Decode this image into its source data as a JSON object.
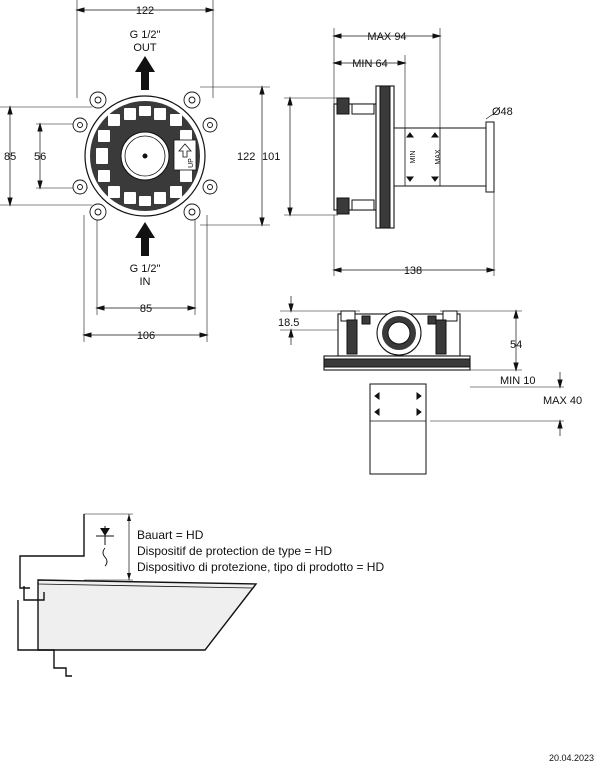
{
  "front_view": {
    "width_top": "122",
    "height_left_outer": "85",
    "height_left_inner": "56",
    "height_right": "122",
    "width_bottom_inner": "85",
    "width_bottom_outer": "106",
    "outlet_label_line1": "G 1/2\"",
    "outlet_label_line2": "OUT",
    "inlet_label_line1": "G 1/2\"",
    "inlet_label_line2": "IN",
    "up_mark": "UP"
  },
  "side_view": {
    "max_depth": "MAX 94",
    "min_depth": "MIN 64",
    "diameter": "Ø48",
    "height": "101",
    "length": "138",
    "sleeve_min": "MIN",
    "sleeve_max": "MAX"
  },
  "top_view": {
    "offset": "18.5",
    "height": "54",
    "min_wall": "MIN 10",
    "max_wall": "MAX 40"
  },
  "protection_note": {
    "line1": "Bauart = HD",
    "line2": "Dispositif de protection de type = HD",
    "line3": "Dispositivo di protezione, tipo di prodotto = HD"
  },
  "date": "20.04.2023",
  "colors": {
    "line": "#111111",
    "body_fill": "#3a3a3a",
    "light_fill": "#d9d9d9"
  }
}
